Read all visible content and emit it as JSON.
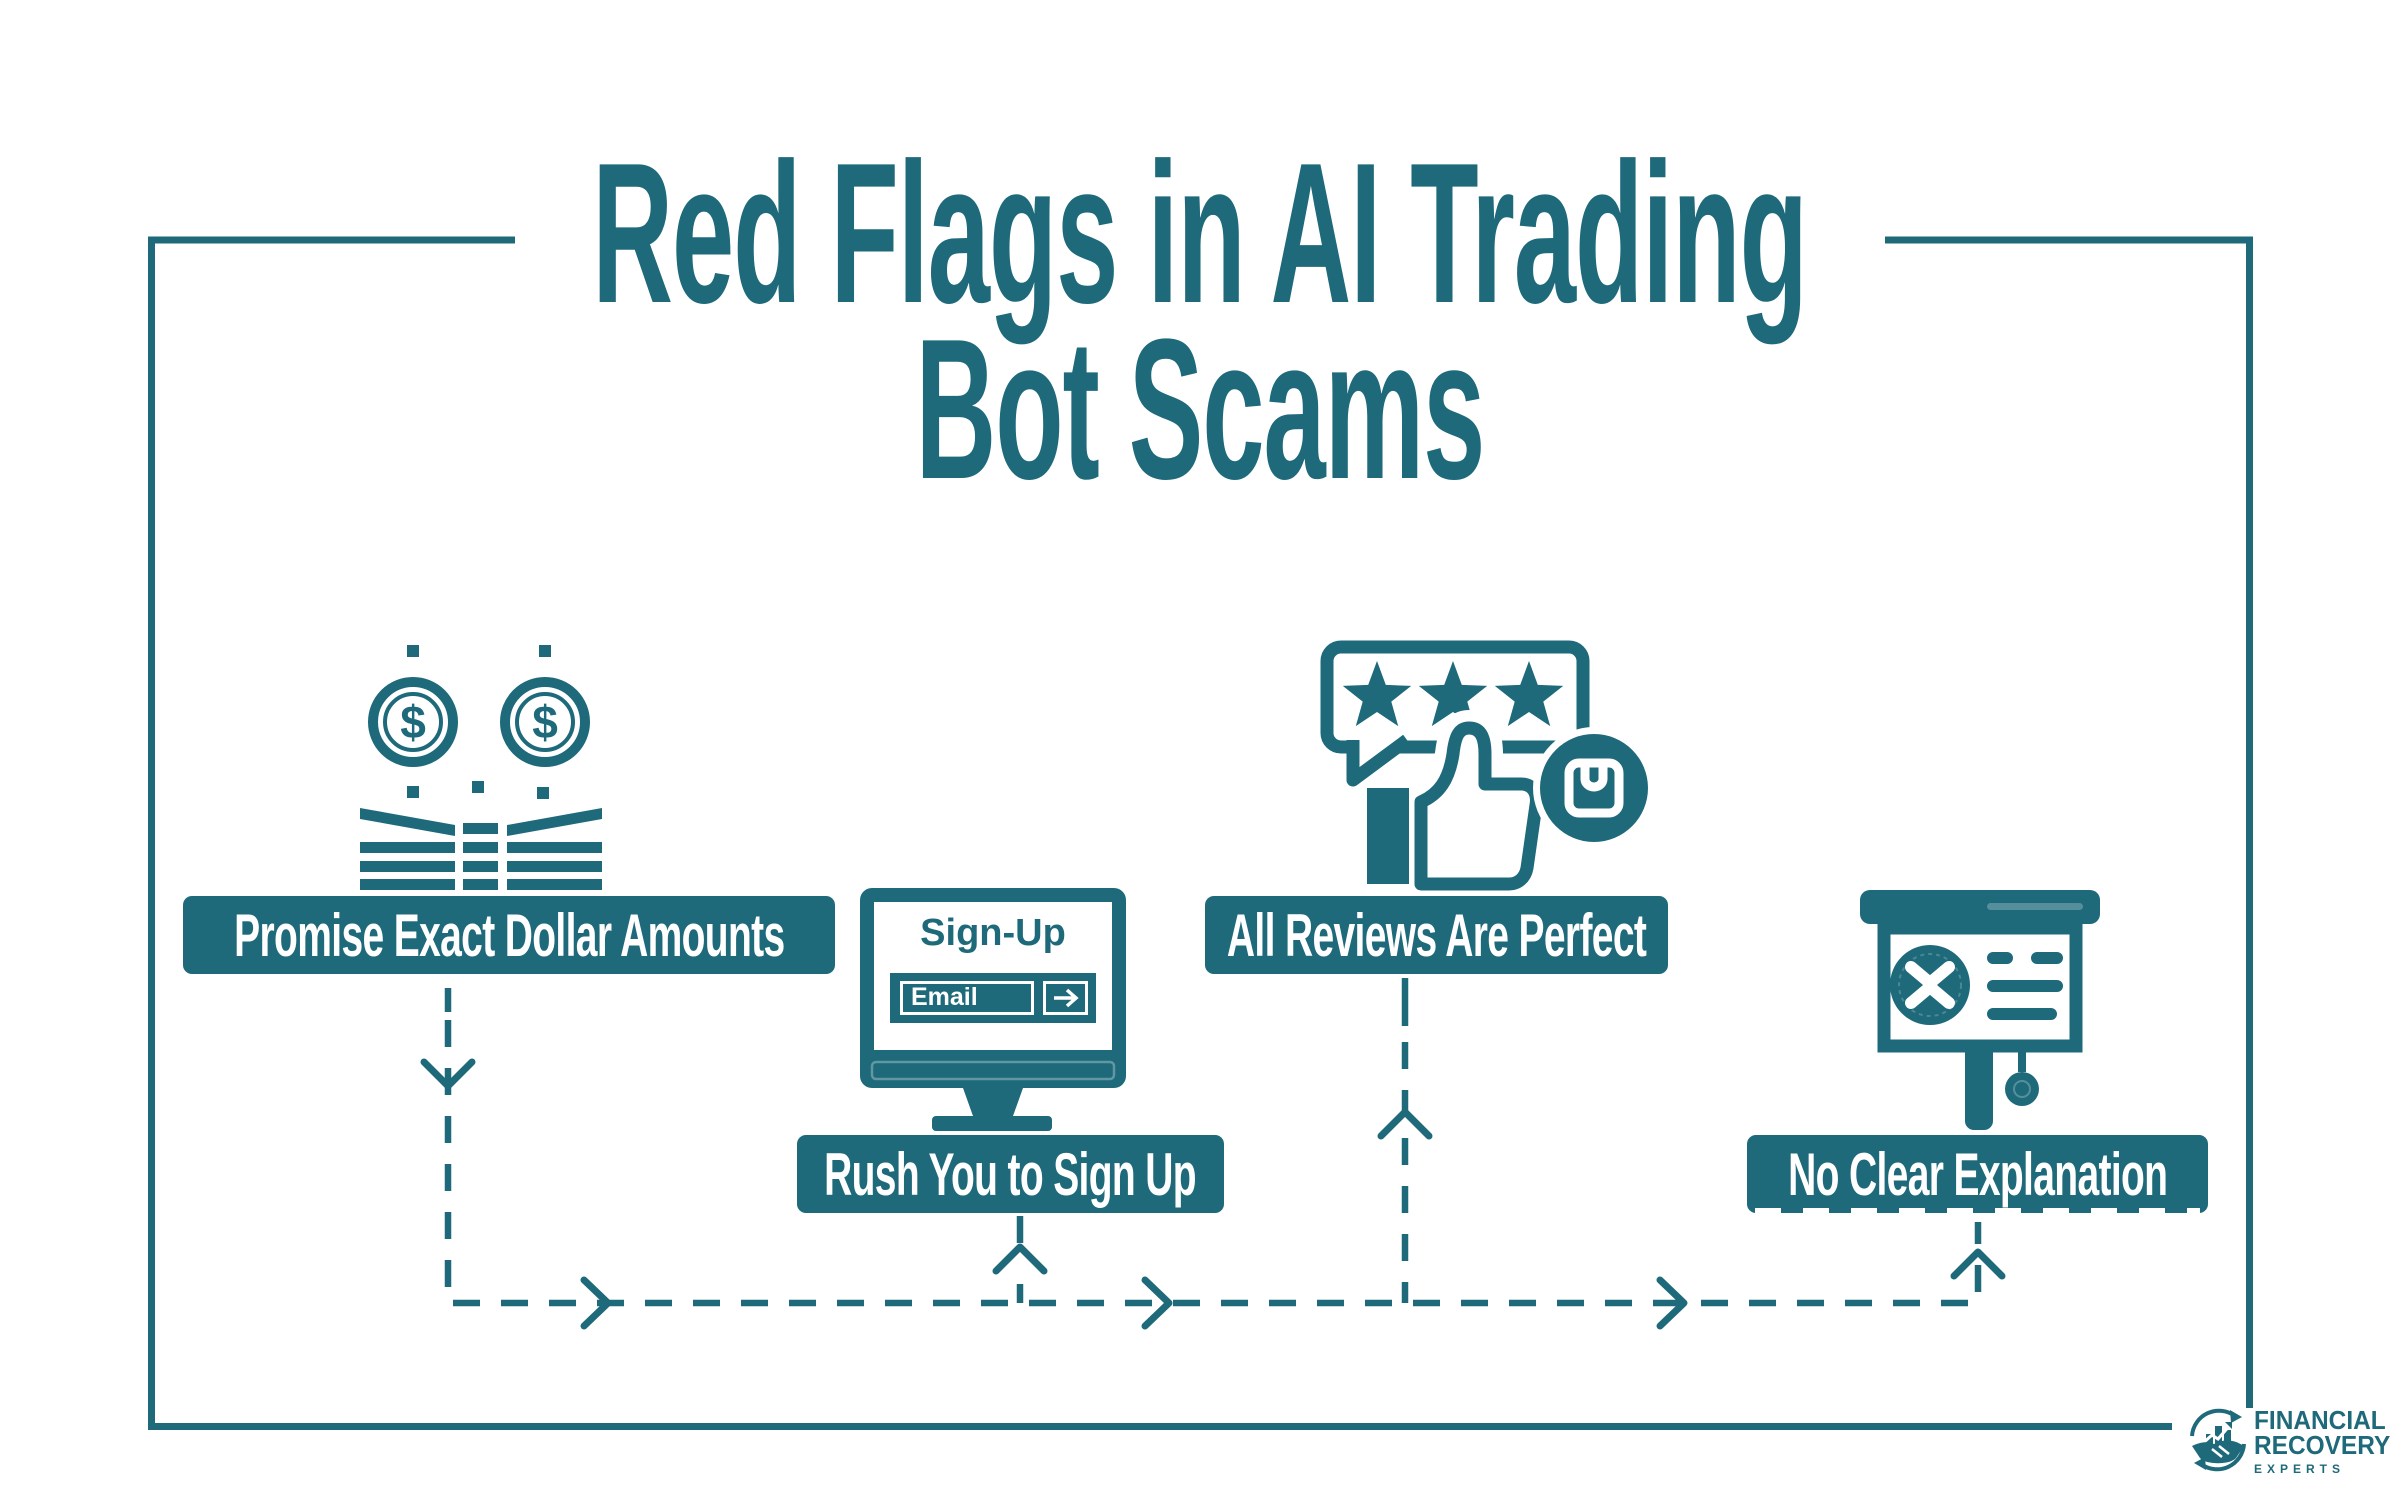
{
  "title": {
    "line1": "Red Flags in AI Trading",
    "line2": "Bot Scams"
  },
  "flags": [
    {
      "label": "Promise Exact Dollar Amounts",
      "icon": "money-coins-stacks-icon"
    },
    {
      "label": "Rush You to Sign Up",
      "icon": "signup-monitor-icon"
    },
    {
      "label": "All Reviews Are Perfect",
      "icon": "perfect-reviews-icon"
    },
    {
      "label": "No Clear Explanation",
      "icon": "presentation-board-icon"
    }
  ],
  "monitor": {
    "heading": "Sign-Up",
    "email_label": "Email",
    "submit_icon": "arrow-right-icon"
  },
  "coin": {
    "symbol": "$"
  },
  "logo": {
    "line1": "FINANCIAL",
    "line2": "RECOVERY",
    "line3": "EXPERTS"
  },
  "colors": {
    "teal": "#1E6A7B",
    "white": "#FFFFFF"
  }
}
